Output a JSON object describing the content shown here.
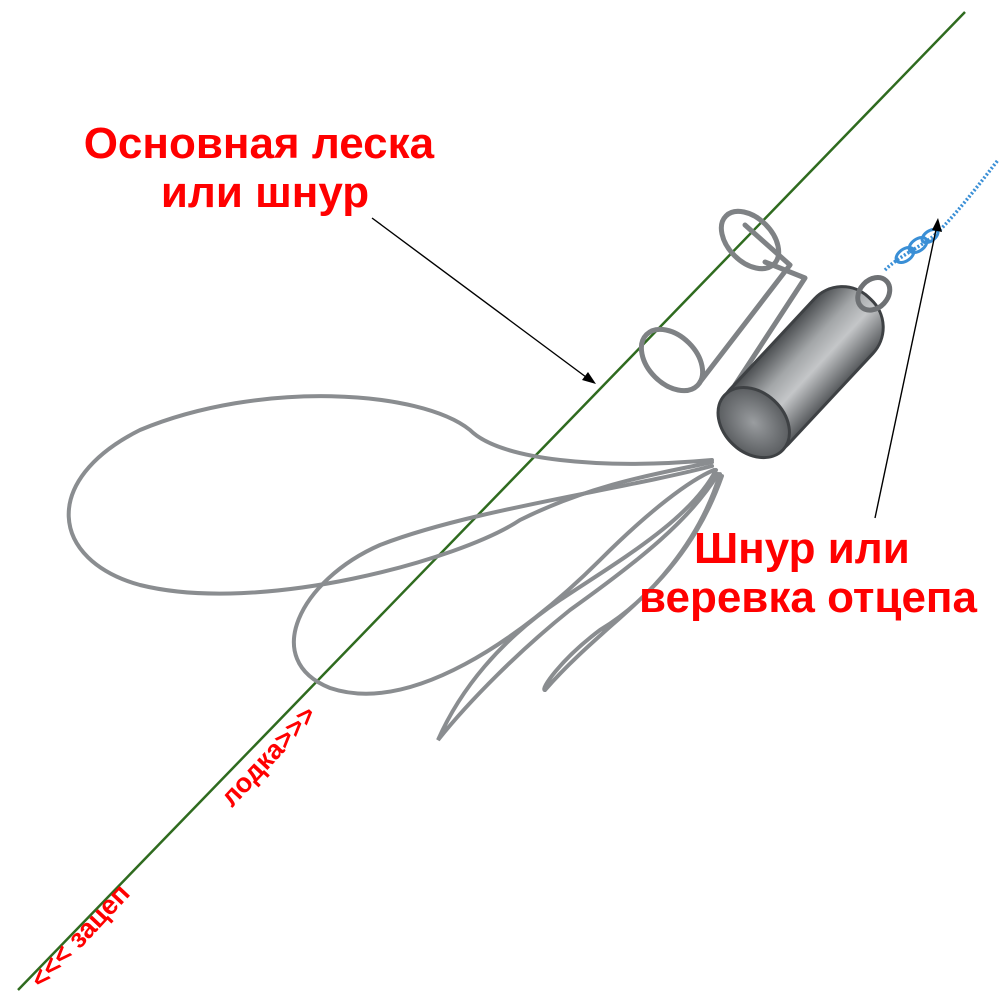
{
  "labels": {
    "main_line": [
      "Основная леска",
      "или шнур"
    ],
    "release_cord": [
      "Шнур или",
      "веревка отцепа"
    ],
    "to_snag": "<<< зацеп",
    "to_boat": "лодка>>>"
  },
  "colors": {
    "label": "#ff0000",
    "main_line": "#2f6b1f",
    "release_cord": "#3a8fd6",
    "metal": "#8a8d90",
    "lead_weight": "#7b7f82",
    "pointer": "#000000"
  }
}
